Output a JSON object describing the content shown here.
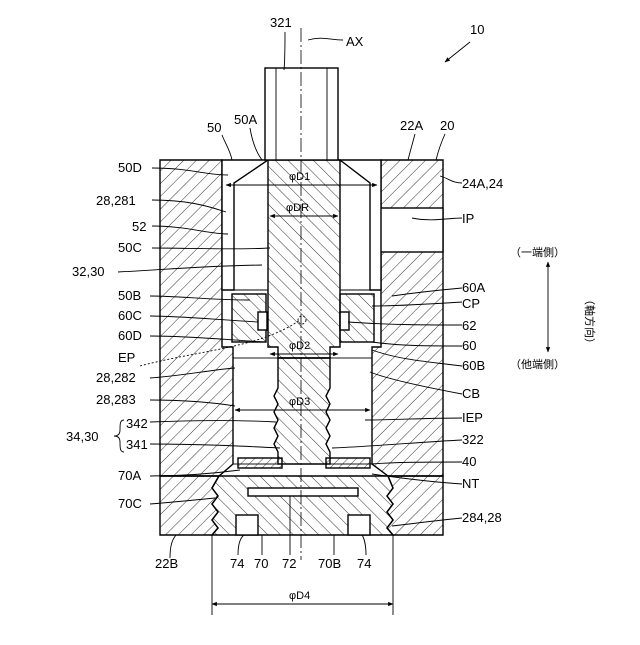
{
  "labels": {
    "l321": "321",
    "lAX": "AX",
    "l10": "10",
    "l50": "50",
    "l50A": "50A",
    "l22A": "22A",
    "l20": "20",
    "l50D": "50D",
    "l24A24": "24A,24",
    "l28281": "28,281",
    "l52": "52",
    "lIP": "IP",
    "l50C": "50C",
    "l3230": "32,30",
    "l60A": "60A",
    "l50B": "50B",
    "lCP": "CP",
    "l60C": "60C",
    "l62": "62",
    "l60D": "60D",
    "l60": "60",
    "lEP": "EP",
    "l60B": "60B",
    "l28282": "28,282",
    "lCB": "CB",
    "l28283": "28,283",
    "lIEP": "IEP",
    "l342": "342",
    "l3430": "34,30",
    "l341": "341",
    "l322": "322",
    "l40": "40",
    "l70A": "70A",
    "lNT": "NT",
    "l70C": "70C",
    "l28428": "284,28",
    "l22B": "22B",
    "l74a": "74",
    "l70": "70",
    "l72": "72",
    "l70B": "70B",
    "l74b": "74"
  },
  "dims": {
    "D1": "φD1",
    "DR": "φDR",
    "D2": "φD2",
    "D3": "φD3",
    "D4": "φD4"
  },
  "direction": {
    "one_end": "（一端側）",
    "axial": "（軸方向）",
    "other_end": "（他端側）"
  }
}
